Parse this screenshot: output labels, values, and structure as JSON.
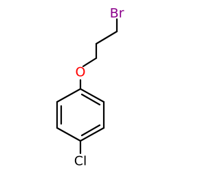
{
  "molecule": {
    "atoms": {
      "br": {
        "label": "Br",
        "color": "#8b008b"
      },
      "o": {
        "label": "O",
        "color": "#ff0000"
      },
      "cl": {
        "label": "Cl",
        "color": "#000000"
      }
    },
    "bond_color": "#000000",
    "background": "#ffffff"
  }
}
